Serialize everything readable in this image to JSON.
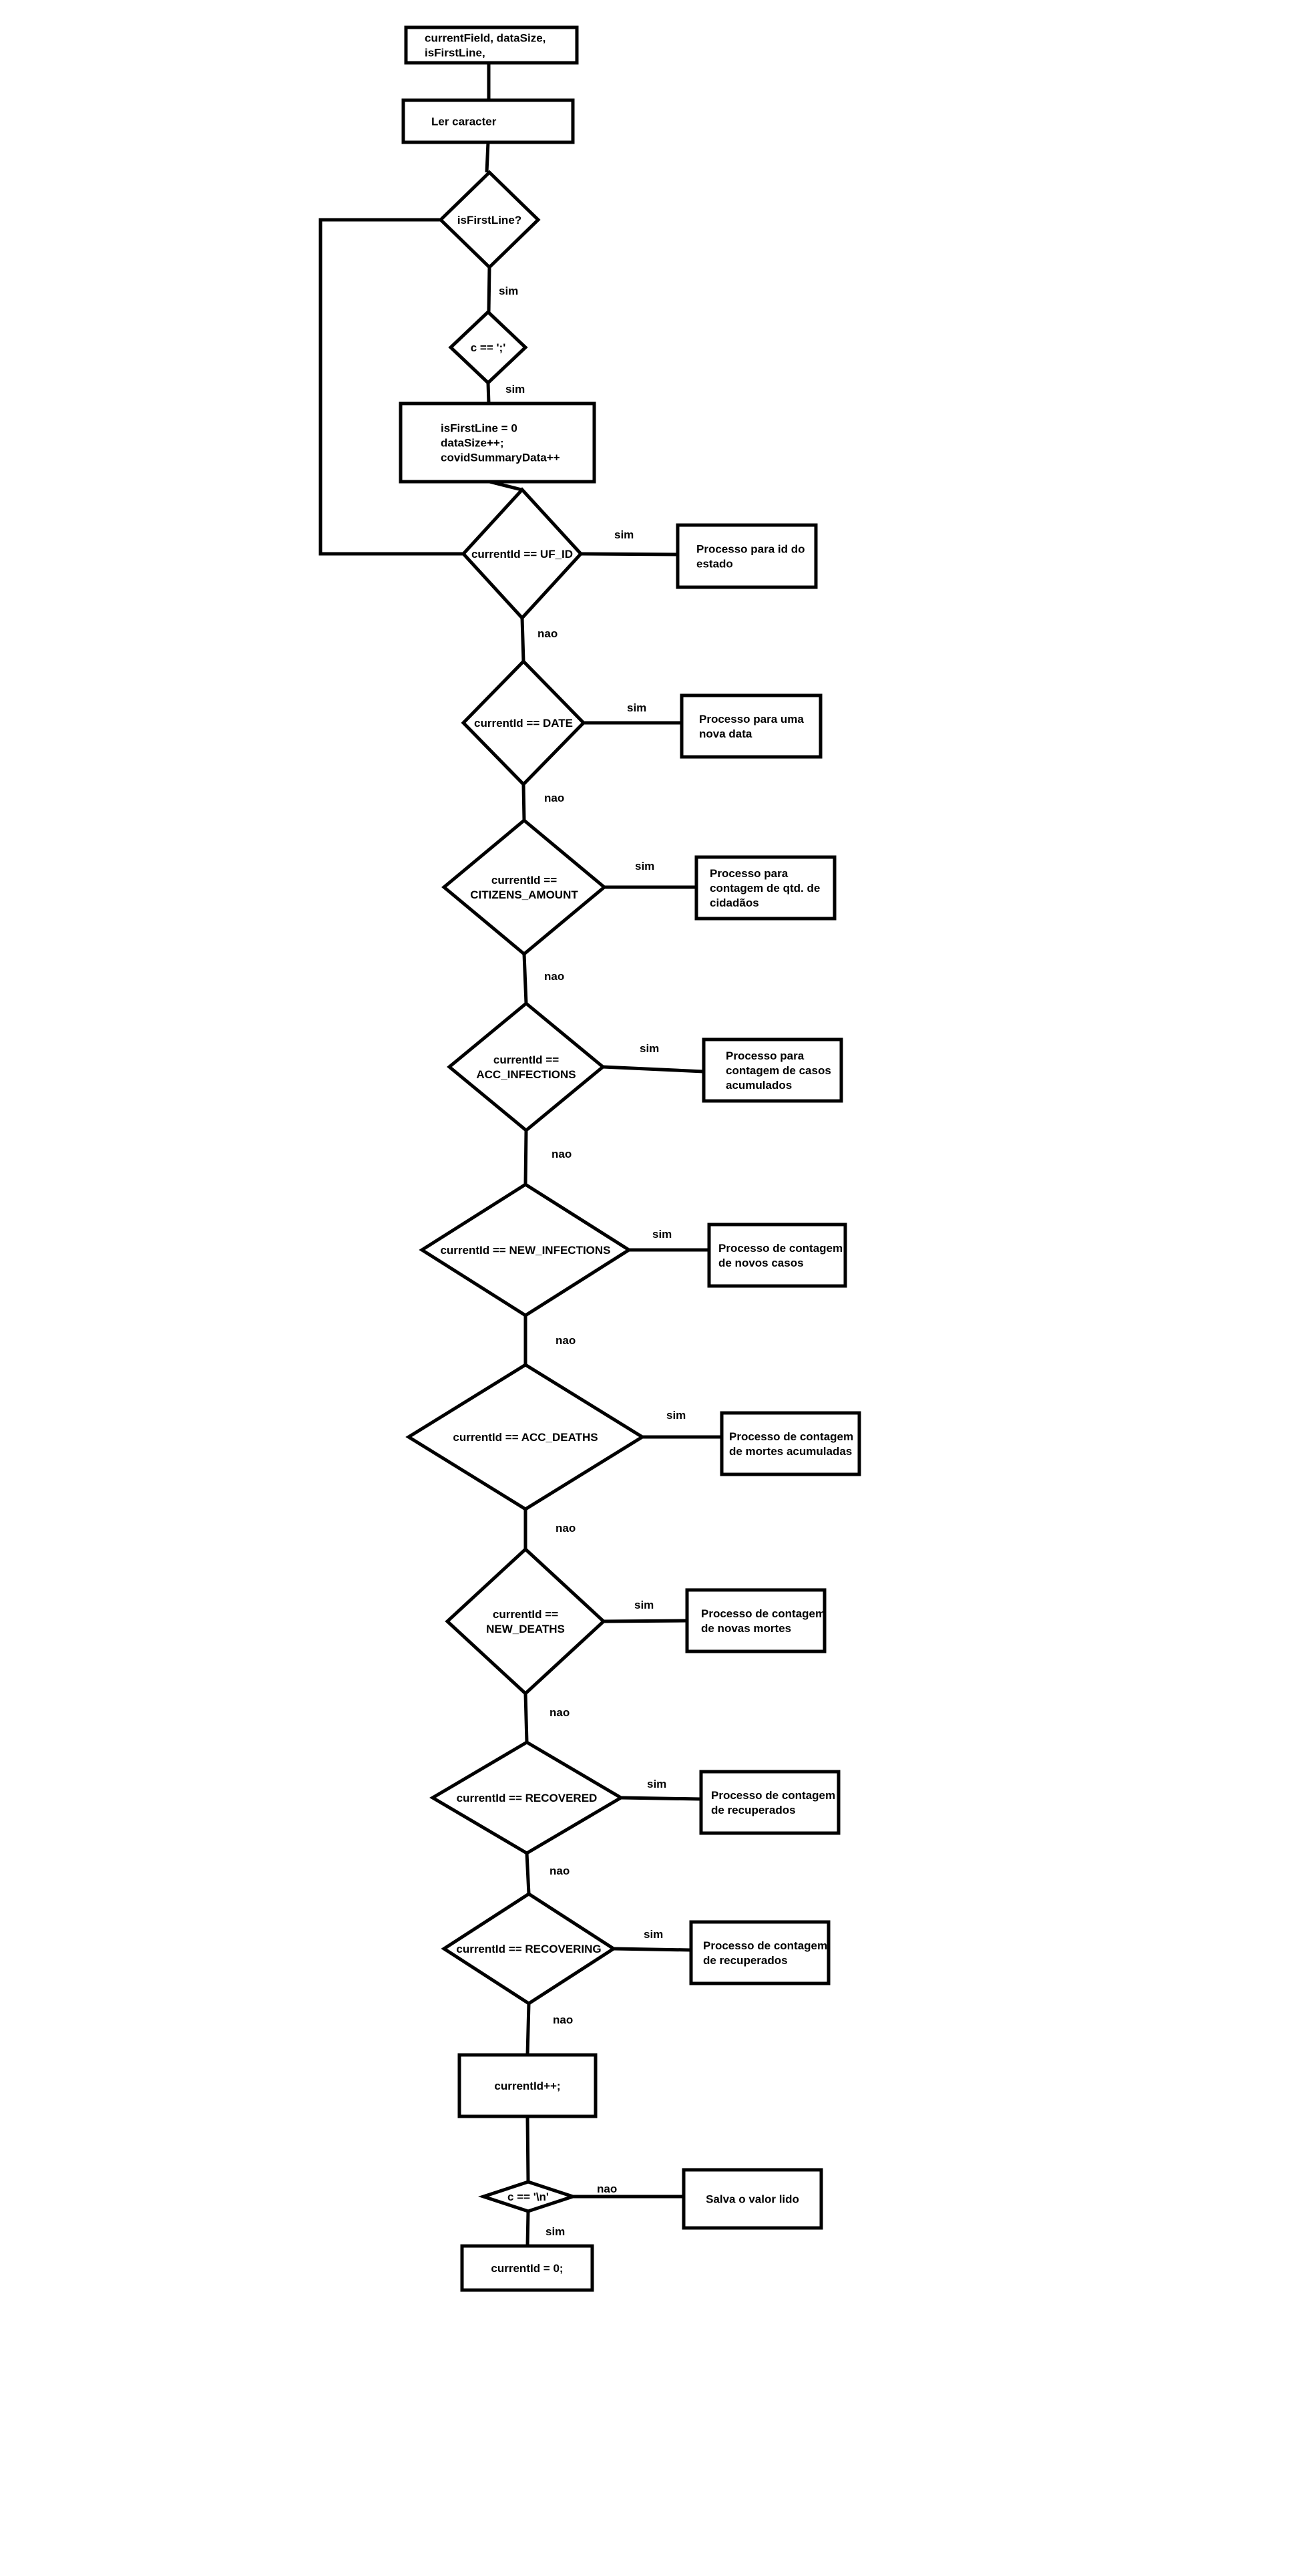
{
  "nodes": {
    "init": {
      "lines": [
        "currentField, dataSize,",
        "isFirstLine,"
      ]
    },
    "read_char": {
      "lines": [
        "Ler caracter"
      ]
    },
    "is_first_line": {
      "lines": [
        "isFirstLine?"
      ]
    },
    "c_semicolon": {
      "lines": [
        "c == ';'"
      ]
    },
    "first_line_set": {
      "lines": [
        "isFirstLine = 0",
        "dataSize++;",
        "covidSummaryData++"
      ]
    },
    "d_uf_id": {
      "lines": [
        "currentId == UF_ID"
      ]
    },
    "p_uf_id": {
      "lines": [
        "Processo para id do",
        "estado"
      ]
    },
    "d_date": {
      "lines": [
        "currentId == DATE"
      ]
    },
    "p_date": {
      "lines": [
        "Processo para uma",
        "nova data"
      ]
    },
    "d_citizens": {
      "lines": [
        "currentId ==",
        "CITIZENS_AMOUNT"
      ]
    },
    "p_citizens": {
      "lines": [
        "Processo para",
        "contagem de qtd. de",
        "cidadãos"
      ]
    },
    "d_acc_inf": {
      "lines": [
        "currentId ==",
        "ACC_INFECTIONS"
      ]
    },
    "p_acc_inf": {
      "lines": [
        "Processo para",
        "contagem de casos",
        "acumulados"
      ]
    },
    "d_new_inf": {
      "lines": [
        "currentId == NEW_INFECTIONS"
      ]
    },
    "p_new_inf": {
      "lines": [
        "Processo de contagem",
        "de novos casos"
      ]
    },
    "d_acc_deaths": {
      "lines": [
        "currentId == ACC_DEATHS"
      ]
    },
    "p_acc_deaths": {
      "lines": [
        "Processo de contagem",
        "de mortes acumuladas"
      ]
    },
    "d_new_deaths": {
      "lines": [
        "currentId ==",
        "NEW_DEATHS"
      ]
    },
    "p_new_deaths": {
      "lines": [
        "Processo de contagem",
        "de novas mortes"
      ]
    },
    "d_recovered": {
      "lines": [
        "currentId == RECOVERED"
      ]
    },
    "p_recovered": {
      "lines": [
        "Processo de contagem",
        "de recuperados"
      ]
    },
    "d_recovering": {
      "lines": [
        "currentId == RECOVERING"
      ]
    },
    "p_recovering": {
      "lines": [
        "Processo de contagem",
        "de recuperados"
      ]
    },
    "inc_id": {
      "lines": [
        "currentId++;"
      ]
    },
    "c_newline": {
      "lines": [
        "c == '\\n'"
      ]
    },
    "save_value": {
      "lines": [
        "Salva o valor lido"
      ]
    },
    "reset_id": {
      "lines": [
        "currentId = 0;"
      ]
    }
  },
  "edge_labels": {
    "sim": "sim",
    "nao": "nao"
  }
}
